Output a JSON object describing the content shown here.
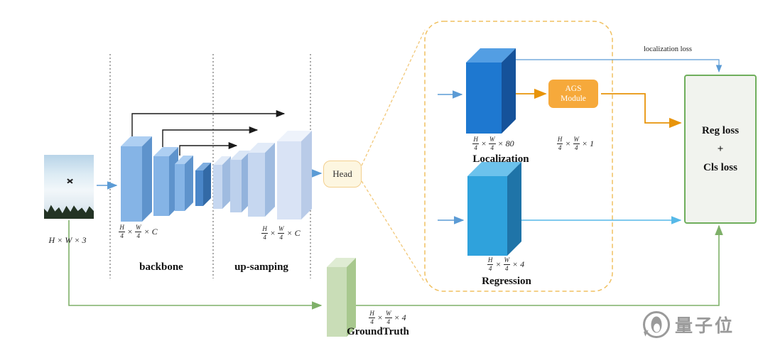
{
  "symbols": {
    "times": "×"
  },
  "input_image": {
    "dim": {
      "h": "H",
      "w": "W",
      "c": "3"
    }
  },
  "backbone": {
    "label": "backbone",
    "dim": {
      "n1": "H",
      "d1": "4",
      "n2": "W",
      "d2": "4",
      "tail": "C"
    }
  },
  "upsampling": {
    "label": "up-samping",
    "dim": {
      "n1": "H",
      "d1": "4",
      "n2": "W",
      "d2": "4",
      "tail": "C"
    }
  },
  "head": {
    "label": "Head"
  },
  "localization": {
    "label": "Localization",
    "dim": {
      "n1": "H",
      "d1": "4",
      "n2": "W",
      "d2": "4",
      "tail": "80"
    },
    "output_dim": {
      "n1": "H",
      "d1": "4",
      "n2": "W",
      "d2": "4",
      "tail": "1"
    },
    "loss_label": "localization loss"
  },
  "ags": {
    "line1": "AGS",
    "line2": "Module"
  },
  "regression": {
    "label": "Regression",
    "dim": {
      "n1": "H",
      "d1": "4",
      "n2": "W",
      "d2": "4",
      "tail": "4"
    }
  },
  "loss_box": {
    "line1": "Reg loss",
    "line2": "+",
    "line3": "Cls loss"
  },
  "groundtruth": {
    "label": "GroundTruth",
    "dim": {
      "n1": "H",
      "d1": "4",
      "n2": "W",
      "d2": "4",
      "tail": "4"
    }
  },
  "watermark": {
    "text": "量子位"
  },
  "colors": {
    "backbone_block": "#85B4E6",
    "backbone_block_dark": "#4A86C8",
    "upsample_block": "#C6D7F0",
    "upsample_block_light": "#D9E3F5",
    "localization_block": "#1E78D0",
    "regression_block": "#2FA2DC",
    "groundtruth_block": "#C9DDB7",
    "ags_orange": "#F6A93B",
    "head_fill": "#FDF6E0",
    "loss_box_border": "#6FAE5C",
    "arrow_blue": "#5B9BD5",
    "arrow_cyan": "#56B9E8",
    "arrow_orange": "#E8940A",
    "arrow_green": "#7FB069",
    "dashed_region": "#F0C060",
    "watermark_gray": "#9A9A9A"
  }
}
